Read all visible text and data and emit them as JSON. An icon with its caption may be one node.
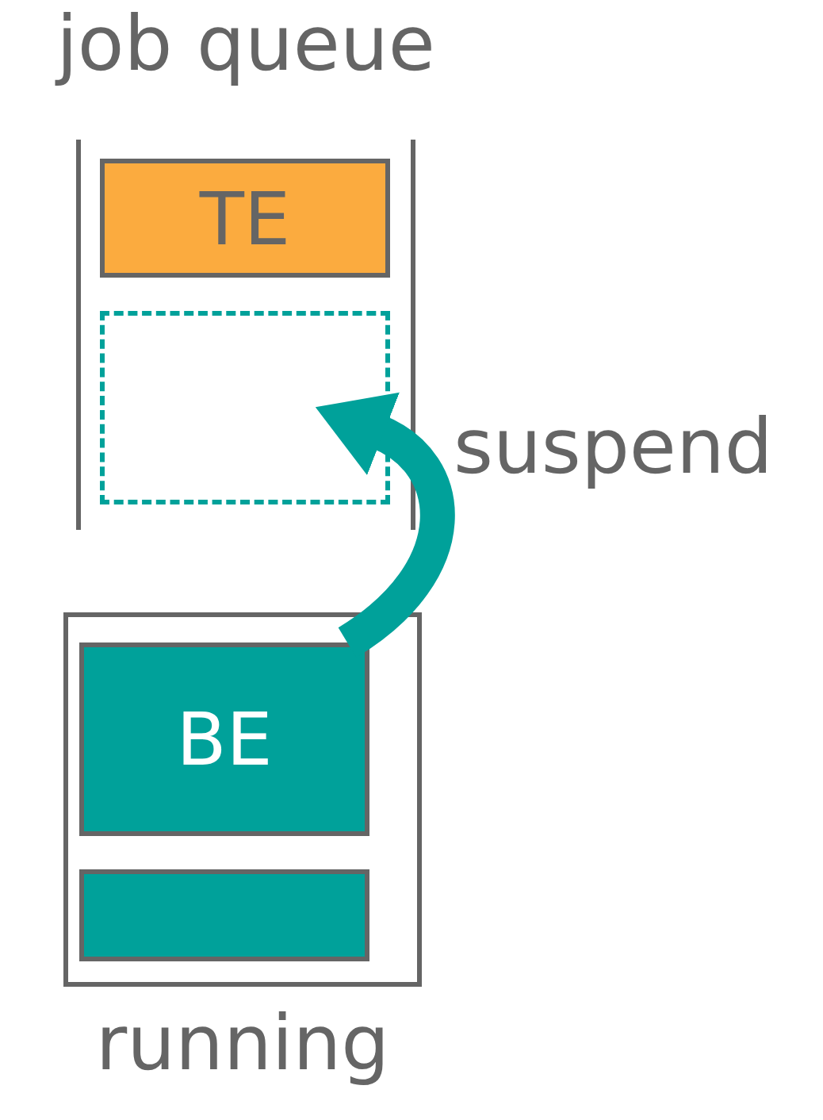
{
  "diagram": {
    "nodes": [
      {
        "text": [
          "job queue"
        ]
      },
      {
        "text": [
          "TE"
        ],
        "in": 0
      },
      {
        "text": [],
        "shape": "box",
        "in": 0
      },
      {
        "text": [
          "running"
        ]
      },
      {
        "text": [
          "BE"
        ],
        "in": 3
      },
      {
        "text": [],
        "shape": "bar",
        "in": 3
      }
    ],
    "edges": [
      {
        "from": 4,
        "to": 2,
        "arrow": "to",
        "label": "suspend"
      }
    ]
  }
}
